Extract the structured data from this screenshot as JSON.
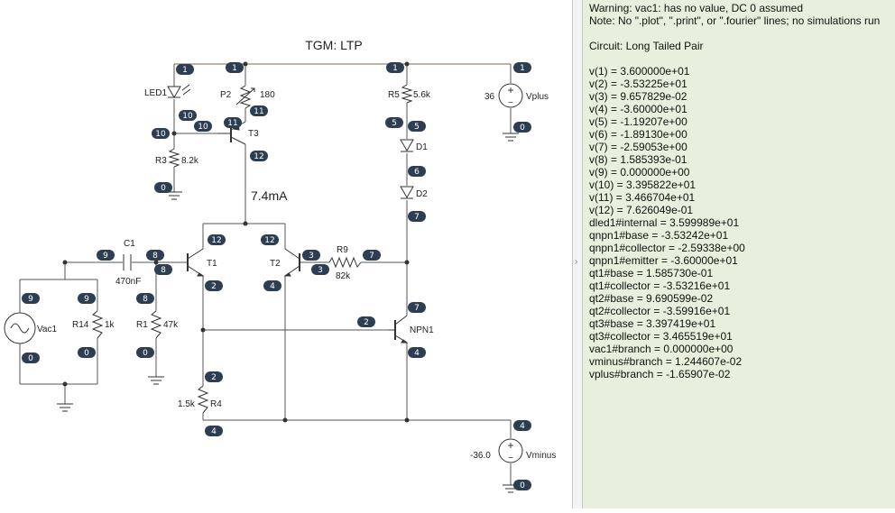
{
  "schematic": {
    "title": "TGM: LTP",
    "current_annotation": "7.4mA",
    "components": {
      "led1": "LED1",
      "p2": "P2",
      "p2_value": "180",
      "r3": "R3",
      "r3_value": "8.2k",
      "t3": "T3",
      "r5": "R5",
      "r5_value": "5.6k",
      "d1": "D1",
      "d2": "D2",
      "vplus": "Vplus",
      "vplus_value": "36",
      "c1": "C1",
      "c1_value": "470nF",
      "t1": "T1",
      "t2": "T2",
      "r9": "R9",
      "r9_value": "82k",
      "vac1": "Vac1",
      "r14": "R14",
      "r14_value": "1k",
      "r1": "R1",
      "r1_value": "47k",
      "npn1": "NPN1",
      "r4": "R4",
      "r4_value": "1.5k",
      "vminus": "Vminus",
      "vminus_value": "-36.0"
    },
    "source_signs": {
      "plus": "+",
      "minus": "−"
    },
    "node_labels": {
      "n1_led": "1",
      "n1_p2": "1",
      "n1_r5": "1",
      "n1_vplus": "1",
      "n10_led_a": "10",
      "n10_led_b": "10",
      "n11_t3": "11",
      "n11_p2": "11",
      "n10_r3": "10",
      "n12_t3": "12",
      "n0_r3": "0",
      "n5_r5": "5",
      "n5_d1": "5",
      "n6_d": "6",
      "n7_d2": "7",
      "n0_vplus": "0",
      "n12_t1": "12",
      "n12_t2": "12",
      "n3_t2": "3",
      "n7_r9": "7",
      "n3_r9": "3",
      "n9_c1": "9",
      "n8_c1": "8",
      "n8_t1": "8",
      "n2_t1": "2",
      "n4_t2": "4",
      "n9_vac": "9",
      "n0_vac": "0",
      "n9_r14": "9",
      "n0_r14": "0",
      "n8_r1": "8",
      "n0_r1": "0",
      "n2_npn": "2",
      "n7_npn": "7",
      "n4_npn": "4",
      "n2_r4": "2",
      "n4_r4": "4",
      "n4_vminus": "4",
      "n0_vminus": "0"
    }
  },
  "output": {
    "lines": [
      "Warning: vac1: has no value, DC 0 assumed",
      "Note: No \".plot\", \".print\", or \".fourier\" lines; no simulations run",
      "",
      "Circuit: Long Tailed Pair",
      "",
      "v(1) = 3.600000e+01",
      "v(2) = -3.53225e+01",
      "v(3) = 9.657829e-02",
      "v(4) = -3.60000e+01",
      "v(5) = -1.19207e+00",
      "v(6) = -1.89130e+00",
      "v(7) = -2.59053e+00",
      "v(8) = 1.585393e-01",
      "v(9) = 0.000000e+00",
      "v(10) = 3.395822e+01",
      "v(11) = 3.466704e+01",
      "v(12) = 7.626049e-01",
      "dled1#internal = 3.599989e+01",
      "qnpn1#base = -3.53242e+01",
      "qnpn1#collector = -2.59338e+00",
      "qnpn1#emitter = -3.60000e+01",
      "qt1#base = 1.585730e-01",
      "qt1#collector = -3.53216e+01",
      "qt2#base = 9.690599e-02",
      "qt2#collector = -3.59916e+01",
      "qt3#base = 3.397419e+01",
      "qt3#collector = 3.465519e+01",
      "vac1#branch = 0.000000e+00",
      "vminus#branch = 1.244607e-02",
      "vplus#branch = -1.65907e-02"
    ]
  },
  "splitter": {
    "arrow_glyph": "›"
  },
  "colors": {
    "wire": "#555555",
    "wire_top": "#7a6a55",
    "node_badge": "#2e3e52",
    "output_bg": "#e7f0dc"
  }
}
